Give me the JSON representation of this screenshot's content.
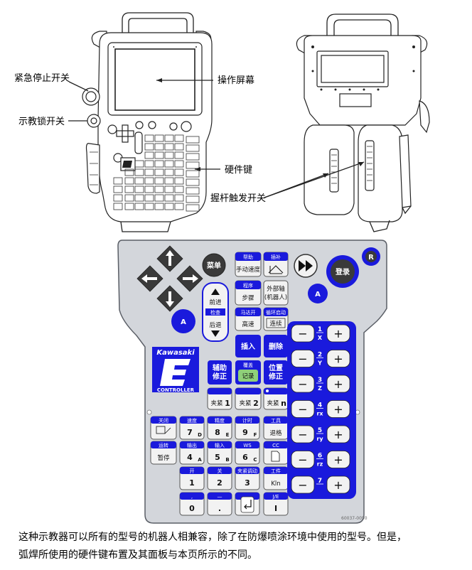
{
  "callouts": {
    "estop": "紧急停止开关",
    "teach_lock": "示教锁开关",
    "screen": "操作屏幕",
    "hard_keys": "硬件键",
    "triggers": "握杆触发开关"
  },
  "panel": {
    "menu": "菜单",
    "login": "登录",
    "r_key": "R",
    "a_key": "A",
    "help_top": "帮助",
    "help_bottom": "手动速度",
    "interp_top": "插补",
    "prog_top": "程序",
    "prog_bottom": "步骤",
    "ext_axis_line1": "外部轴",
    "ext_axis_line2": "(机器人)",
    "fwd": "前进",
    "check": "检查",
    "back": "后退",
    "motor_top": "马达开",
    "motor_bottom": "高速",
    "cycle_top": "循环启动",
    "cycle_bottom": "连续",
    "insert": "插入",
    "delete": "删除",
    "aux_line1": "辅助",
    "aux_line2": "修正",
    "overwrite_top": "覆盖",
    "record": "记录",
    "pos_line1": "位置",
    "pos_line2": "修正",
    "clamp1": "夹紧",
    "clamp1_num": "1",
    "clamp2": "夹紧",
    "clamp2_num": "2",
    "clampn": "夹紧",
    "clampn_num": "n",
    "brand": "Kawasaki",
    "brand_sub": "CONTROLLER",
    "numpad": {
      "r1": [
        {
          "top": "关闭",
          "main": "",
          "sub": ""
        },
        {
          "top": "速度",
          "main": "7",
          "sub": "D"
        },
        {
          "top": "精度",
          "main": "8",
          "sub": "E"
        },
        {
          "top": "计时",
          "main": "9",
          "sub": "F"
        },
        {
          "top": "工具",
          "main": "退格",
          "sub": ""
        }
      ],
      "r2": [
        {
          "top": "运转",
          "main": "暂停",
          "sub": ""
        },
        {
          "top": "输出",
          "main": "4",
          "sub": "A"
        },
        {
          "top": "输入",
          "main": "5",
          "sub": "B"
        },
        {
          "top": "WS",
          "main": "6",
          "sub": "C"
        },
        {
          "top": "CC",
          "main": "",
          "sub": ""
        }
      ],
      "r3": [
        {
          "top": "开",
          "main": "1",
          "sub": ""
        },
        {
          "top": "关",
          "main": "2",
          "sub": ""
        },
        {
          "top": "夹紧调动",
          "main": "3",
          "sub": ""
        },
        {
          "top": "工件",
          "main": "Kln",
          "sub": ""
        }
      ],
      "r4": [
        {
          "top": ",",
          "main": "0",
          "sub": ""
        },
        {
          "top": "—",
          "main": ".",
          "sub": ""
        },
        {
          "top": "",
          "main": "",
          "sub": ""
        },
        {
          "top": "J/E",
          "main": "I",
          "sub": ""
        }
      ]
    },
    "axes": [
      {
        "num": "1",
        "axis": "X"
      },
      {
        "num": "2",
        "axis": "Y"
      },
      {
        "num": "3",
        "axis": "Z"
      },
      {
        "num": "4",
        "axis": "rx"
      },
      {
        "num": "5",
        "axis": "ry"
      },
      {
        "num": "6",
        "axis": "rz"
      },
      {
        "num": "7",
        "axis": ""
      }
    ],
    "minus": "−",
    "plus": "+",
    "part_no": "60037-0050"
  },
  "caption": {
    "line1": "这种示教器可以所有的型号的机器人相兼容，除了在防爆喷涂环境中使用的型号。但是，",
    "line2": "弧焊所使用的硬件键布置及其面板与本页所示的不同。"
  },
  "colors": {
    "blue": "#1a1adc",
    "panel_gray": "#d3d6db",
    "dark_key": "#3a3a3a",
    "green": "#8fd07a"
  }
}
